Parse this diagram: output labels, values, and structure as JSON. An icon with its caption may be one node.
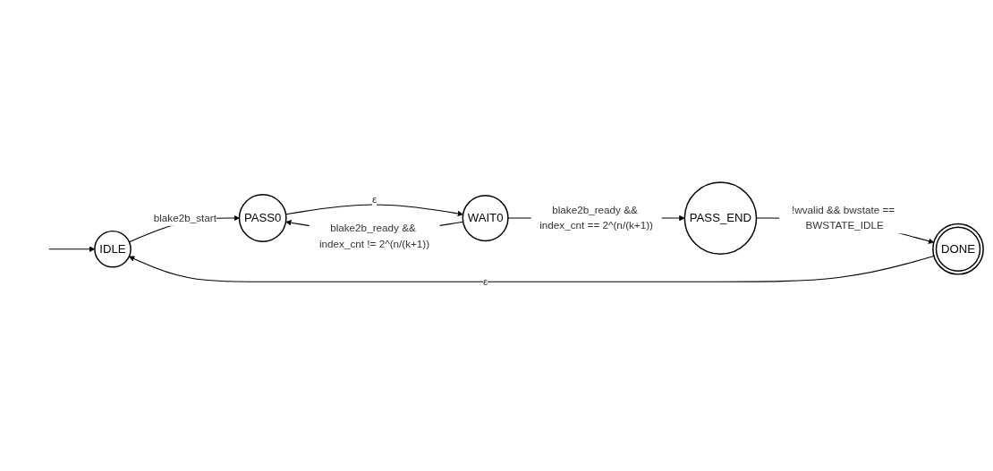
{
  "diagram": {
    "nodes": [
      {
        "text": [
          "IDLE"
        ]
      },
      {
        "text": [
          "PASS0"
        ]
      },
      {
        "text": [
          "WAIT0"
        ]
      },
      {
        "text": [
          "PASS_END"
        ]
      },
      {
        "text": [
          "DONE"
        ]
      }
    ],
    "edges": [
      {
        "from": null,
        "to": 0,
        "arrow": "to"
      },
      {
        "from": 0,
        "to": 1,
        "arrow": "to",
        "label": "blake2b_start"
      },
      {
        "from": 1,
        "to": 2,
        "arrow": "to",
        "label": "ε"
      },
      {
        "from": 2,
        "to": 3,
        "arrow": "to",
        "label": "blake2b_ready && index_cnt == 2^(n/(k+1))"
      },
      {
        "from": 3,
        "to": 4,
        "arrow": "to",
        "label": "!wvalid && bwstate == BWSTATE_IDLE"
      },
      {
        "from": 2,
        "to": 1,
        "arrow": "to",
        "label": "blake2b_ready && index_cnt != 2^(n/(k+1))"
      },
      {
        "from": 4,
        "to": 0,
        "arrow": "to",
        "label": "ε"
      }
    ]
  }
}
